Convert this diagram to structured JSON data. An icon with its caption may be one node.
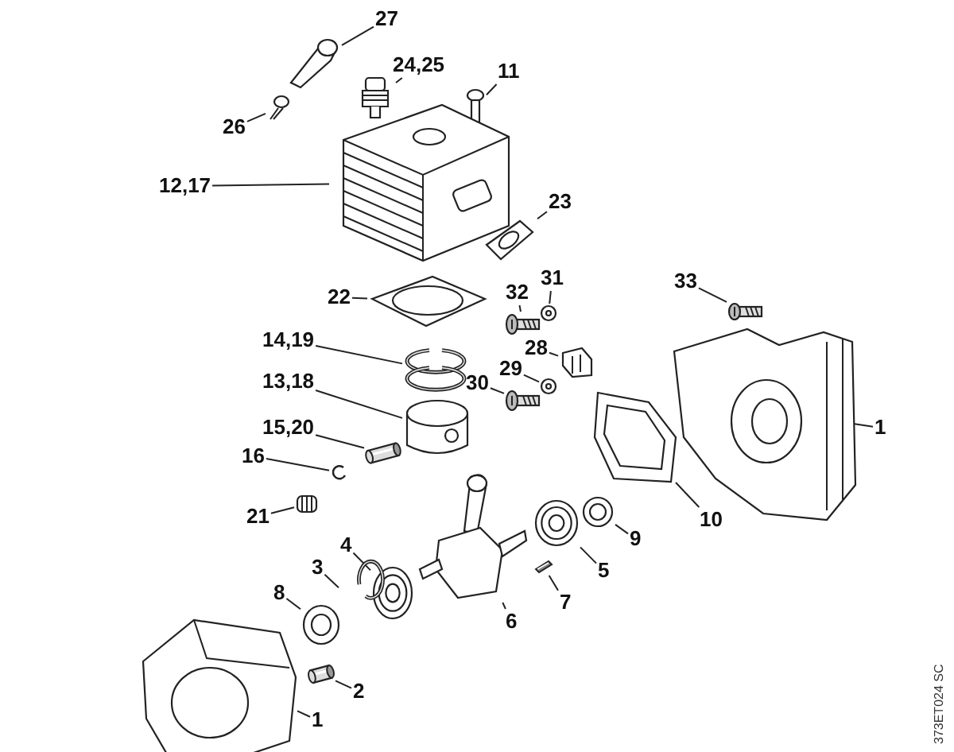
{
  "diagram": {
    "nodes": [
      {
        "text": [
          "27"
        ]
      },
      {
        "text": [],
        "shape": "picture"
      },
      {
        "text": [
          "24,25"
        ]
      },
      {
        "text": [],
        "shape": "picture"
      },
      {
        "text": [
          "11"
        ]
      },
      {
        "text": [],
        "shape": "picture"
      },
      {
        "text": [
          "26"
        ]
      },
      {
        "text": [],
        "shape": "picture"
      },
      {
        "text": [
          "12,17"
        ]
      },
      {
        "text": [],
        "shape": "picture"
      },
      {
        "text": [
          "23"
        ]
      },
      {
        "text": [],
        "shape": "picture"
      },
      {
        "text": [
          "22"
        ]
      },
      {
        "text": [],
        "shape": "picture"
      },
      {
        "text": [
          "32"
        ]
      },
      {
        "text": [],
        "shape": "picture"
      },
      {
        "text": [
          "31"
        ]
      },
      {
        "text": [],
        "shape": "picture"
      },
      {
        "text": [
          "33"
        ]
      },
      {
        "text": [],
        "shape": "picture"
      },
      {
        "text": [
          "14,19"
        ]
      },
      {
        "text": [],
        "shape": "picture"
      },
      {
        "text": [
          "28"
        ]
      },
      {
        "text": [],
        "shape": "picture"
      },
      {
        "text": [
          "29"
        ]
      },
      {
        "text": [],
        "shape": "picture"
      },
      {
        "text": [
          "30"
        ]
      },
      {
        "text": [],
        "shape": "picture"
      },
      {
        "text": [
          "13,18"
        ]
      },
      {
        "text": [],
        "shape": "picture"
      },
      {
        "text": [
          "1"
        ]
      },
      {
        "text": [],
        "shape": "picture"
      },
      {
        "text": [
          "15,20"
        ]
      },
      {
        "text": [],
        "shape": "picture"
      },
      {
        "text": [
          "16"
        ]
      },
      {
        "text": [],
        "shape": "picture"
      },
      {
        "text": [
          "10"
        ]
      },
      {
        "text": [],
        "shape": "picture"
      },
      {
        "text": [
          "21"
        ]
      },
      {
        "text": [],
        "shape": "picture"
      },
      {
        "text": [
          "9"
        ]
      },
      {
        "text": [],
        "shape": "picture"
      },
      {
        "text": [
          "5"
        ]
      },
      {
        "text": [],
        "shape": "picture"
      },
      {
        "text": [
          "7"
        ]
      },
      {
        "text": [],
        "shape": "picture"
      },
      {
        "text": [
          "6"
        ]
      },
      {
        "text": [],
        "shape": "picture"
      },
      {
        "text": [
          "4"
        ]
      },
      {
        "text": [],
        "shape": "picture"
      },
      {
        "text": [
          "3"
        ]
      },
      {
        "text": [],
        "shape": "picture"
      },
      {
        "text": [
          "8"
        ]
      },
      {
        "text": [],
        "shape": "picture"
      },
      {
        "text": [
          "2"
        ]
      },
      {
        "text": [],
        "shape": "picture"
      },
      {
        "text": [
          "1"
        ]
      },
      {
        "text": [],
        "shape": "picture"
      }
    ],
    "edges": [
      {
        "from": 0,
        "to": 1,
        "arrow": "none"
      },
      {
        "from": 2,
        "to": 3,
        "arrow": "none"
      },
      {
        "from": 4,
        "to": 5,
        "arrow": "none"
      },
      {
        "from": 6,
        "to": 7,
        "arrow": "none"
      },
      {
        "from": 8,
        "to": 9,
        "arrow": "none"
      },
      {
        "from": 10,
        "to": 11,
        "arrow": "none"
      },
      {
        "from": 12,
        "to": 13,
        "arrow": "none"
      },
      {
        "from": 14,
        "to": 15,
        "arrow": "none"
      },
      {
        "from": 16,
        "to": 17,
        "arrow": "none"
      },
      {
        "from": 18,
        "to": 19,
        "arrow": "none"
      },
      {
        "from": 20,
        "to": 21,
        "arrow": "none"
      },
      {
        "from": 22,
        "to": 23,
        "arrow": "none"
      },
      {
        "from": 24,
        "to": 25,
        "arrow": "none"
      },
      {
        "from": 26,
        "to": 27,
        "arrow": "none"
      },
      {
        "from": 28,
        "to": 29,
        "arrow": "none"
      },
      {
        "from": 30,
        "to": 31,
        "arrow": "none"
      },
      {
        "from": 32,
        "to": 33,
        "arrow": "none"
      },
      {
        "from": 34,
        "to": 35,
        "arrow": "none"
      },
      {
        "from": 36,
        "to": 37,
        "arrow": "none"
      },
      {
        "from": 38,
        "to": 39,
        "arrow": "none"
      },
      {
        "from": 40,
        "to": 41,
        "arrow": "none"
      },
      {
        "from": 42,
        "to": 43,
        "arrow": "none"
      },
      {
        "from": 44,
        "to": 45,
        "arrow": "none"
      },
      {
        "from": 46,
        "to": 47,
        "arrow": "none"
      },
      {
        "from": 48,
        "to": 49,
        "arrow": "none"
      },
      {
        "from": 50,
        "to": 51,
        "arrow": "none"
      },
      {
        "from": 52,
        "to": 53,
        "arrow": "none"
      },
      {
        "from": 54,
        "to": 55,
        "arrow": "none"
      },
      {
        "from": 56,
        "to": 57,
        "arrow": "none"
      }
    ],
    "labels": [
      "373ET024 SC"
    ]
  }
}
